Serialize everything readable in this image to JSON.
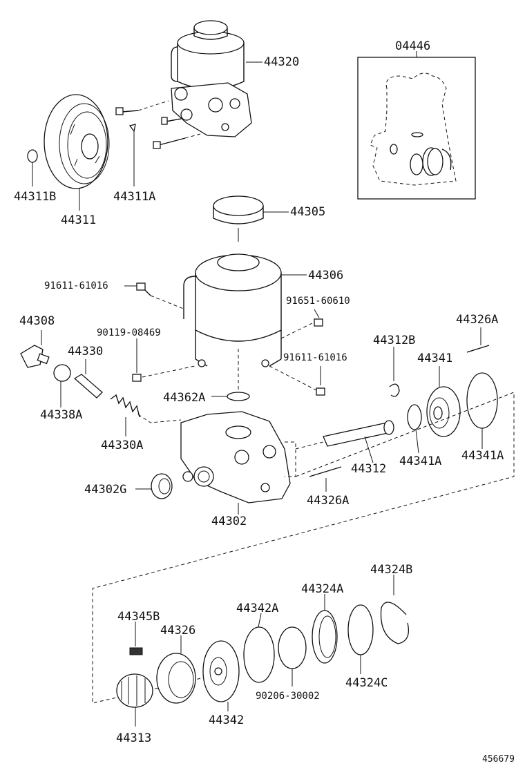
{
  "parts": {
    "p04446": "04446",
    "p44320": "44320",
    "p44311B": "44311B",
    "p44311A": "44311A",
    "p44311": "44311",
    "p44305": "44305",
    "p44306": "44306",
    "p91611_top": "91611-61016",
    "p91651": "91651-60610",
    "p44308": "44308",
    "p90119": "90119-08469",
    "p44326A_top": "44326A",
    "p44330": "44330",
    "p44312B": "44312B",
    "p91611_mid": "91611-61016",
    "p44341": "44341",
    "p44338A": "44338A",
    "p44362A": "44362A",
    "p44330A": "44330A",
    "p44341A_1": "44341A",
    "p44341A_2": "44341A",
    "p44312": "44312",
    "p44302G": "44302G",
    "p44326A_mid": "44326A",
    "p44302": "44302",
    "p44324B": "44324B",
    "p44324A": "44324A",
    "p44342A": "44342A",
    "p44345B": "44345B",
    "p44326": "44326",
    "p90206": "90206-30002",
    "p44324C": "44324C",
    "p44342": "44342",
    "p44313": "44313"
  },
  "figure_number": "456679"
}
